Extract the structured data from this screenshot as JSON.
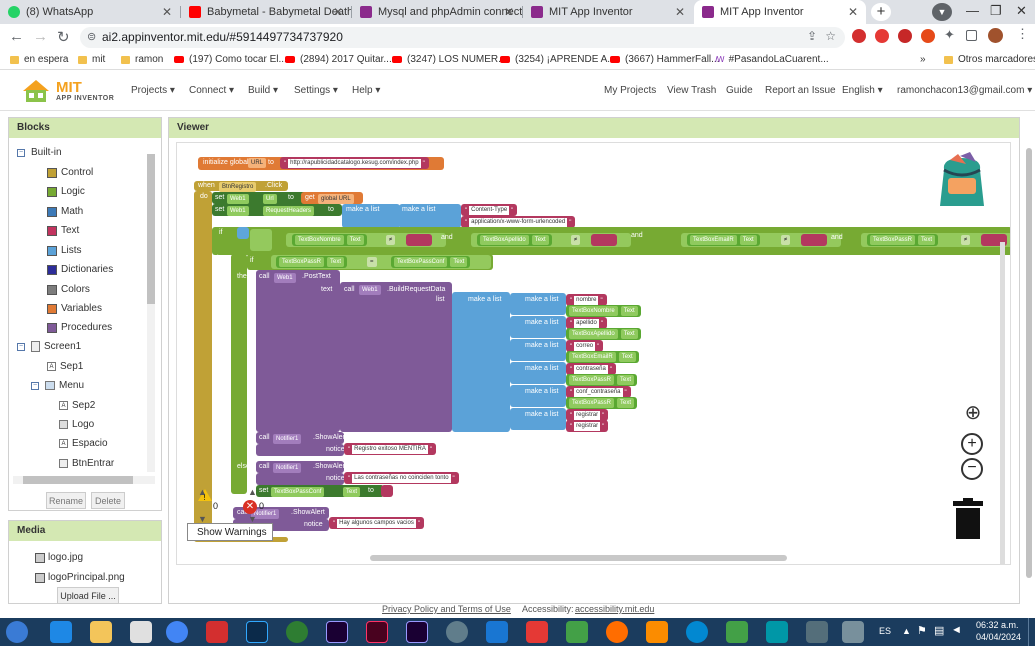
{
  "tabs": [
    {
      "title": "(8) WhatsApp",
      "color": "#25d366"
    },
    {
      "title": "Babymetal - Babymetal Death (P",
      "color": "#ff0000"
    },
    {
      "title": "Mysql and phpAdmin connectio",
      "color": "#8b2a8c"
    },
    {
      "title": "MIT App Inventor",
      "color": "#8b2a8c"
    },
    {
      "title": "MIT App Inventor",
      "color": "#8b2a8c"
    }
  ],
  "browser": {
    "url": "ai2.appinventor.mit.edu/#5914497734737920"
  },
  "bookmarks": [
    "en espera",
    "mit",
    "ramon",
    "(197) Como tocar El...",
    "(2894) 2017 Quitar...",
    "(3247) LOS NUMER...",
    "(3254) ¡APRENDE A...",
    "(3667) HammerFall...",
    "#PasandoLaCuarent...",
    "Otros marcadores"
  ],
  "app": {
    "logo_top": "MIT",
    "logo_bottom": "APP INVENTOR",
    "menus": [
      "Projects ▾",
      "Connect ▾",
      "Build ▾",
      "Settings ▾",
      "Help ▾"
    ],
    "right_menus": [
      "My Projects",
      "View Trash",
      "Guide",
      "Report an Issue",
      "English ▾",
      "ramonchacon13@gmail.com ▾"
    ]
  },
  "blocks_panel": {
    "title": "Blocks",
    "builtin": "Built-in",
    "items": [
      {
        "label": "Control",
        "color": "#c0a136"
      },
      {
        "label": "Logic",
        "color": "#77aa33"
      },
      {
        "label": "Math",
        "color": "#3d7ab8"
      },
      {
        "label": "Text",
        "color": "#c2345f"
      },
      {
        "label": "Lists",
        "color": "#5ba2d8"
      },
      {
        "label": "Dictionaries",
        "color": "#2d2d99"
      },
      {
        "label": "Colors",
        "color": "#7d7d7d"
      },
      {
        "label": "Variables",
        "color": "#e07a35"
      },
      {
        "label": "Procedures",
        "color": "#7f5a98"
      }
    ],
    "screen": "Screen1",
    "components": [
      "Sep1",
      "Menu",
      "Sep2",
      "Logo",
      "Espacio",
      "BtnEntrar"
    ],
    "rename": "Rename",
    "delete": "Delete"
  },
  "media_panel": {
    "title": "Media",
    "files": [
      "logo.jpg",
      "logoPrincipal.png"
    ],
    "upload": "Upload File ..."
  },
  "viewer": {
    "title": "Viewer",
    "show_warnings": "Show Warnings",
    "warnings": "0",
    "errors": "0",
    "blocks": {
      "init_global": "initialize global",
      "url_var": "URL",
      "to": "to",
      "url_value": "http://rapublicidadcatalogo.kesug.com/index.php",
      "when": "when",
      "btn": "BtnRegistro",
      "click": ".Click",
      "do": "do",
      "set": "set",
      "web1": "Web1",
      "url_prop": "Url",
      "get": "get",
      "global_url": "global URL",
      "req_headers": "RequestHeaders",
      "make_list": "make a list",
      "content_type": "Content-Type",
      "form_urlencoded": "application/x-www-form-urlencoded",
      "if": "if",
      "then": "then",
      "else": "else",
      "and": "and",
      "tb_nombre": "TextBoxNombre",
      "tb_apellido": "TextBoxApellido",
      "tb_email": "TextBoxEmailR",
      "tb_pass": "TextBoxPassR",
      "tb_passconf": "TextBoxPassConf",
      "text": "Text",
      "neq": "≠",
      "eq": "=",
      "call": "call",
      "post_text": ".PostText",
      "text_label": "text",
      "build_req": ".BuildRequestData",
      "list_label": "list",
      "k_nombre": "nombre",
      "k_apellido": "apellido",
      "k_correo": "correo",
      "k_contrasena": "contraseña",
      "k_conf": "conf_contraseña",
      "k_registrar": "registrar",
      "notifier": "Notifier1",
      "show_alert": ".ShowAlert",
      "notice": "notice",
      "msg_ok": "Registro exitoso MENTIRA",
      "msg_pass": "Las contraseñas no coinciden tonto",
      "msg_empty": "Hay algunos campos vacios"
    }
  },
  "footer": {
    "privacy": "Privacy Policy and Terms of Use",
    "accessibility_label": "Accessibility:",
    "accessibility_link": "accessibility.mit.edu"
  },
  "taskbar": {
    "lang": "ES",
    "time": "06:32 a.m.",
    "date": "04/04/2024"
  }
}
